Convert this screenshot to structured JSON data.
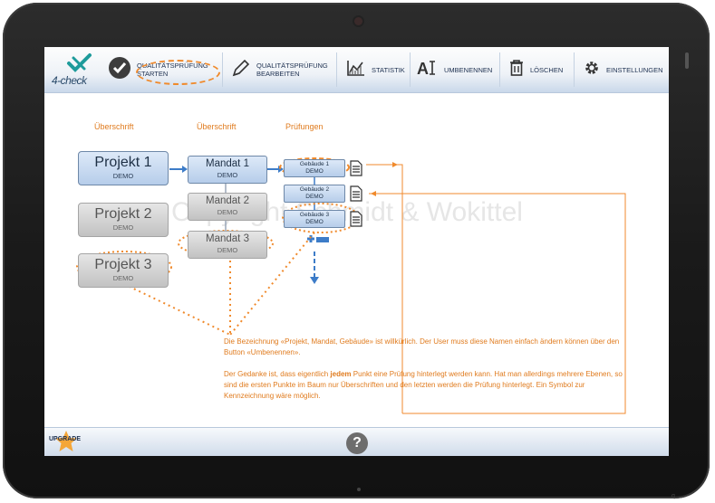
{
  "toolbar": {
    "logo_text": "4-check",
    "items": [
      {
        "label": "QUALITÄTSPRÜFUNG\nSTARTEN",
        "icon": "checkmark-circle-icon"
      },
      {
        "label": "QUALITÄTSPRÜFUNG\nBEARBEITEN",
        "icon": "pencil-icon"
      },
      {
        "label": "STATISTIK",
        "icon": "chart-icon"
      },
      {
        "label": "UMBENENNEN",
        "icon": "rename-icon"
      },
      {
        "label": "LÖSCHEN",
        "icon": "trash-icon"
      },
      {
        "label": "EINSTELLUNGEN",
        "icon": "gear-icon"
      }
    ]
  },
  "columns": {
    "col1": "Überschrift",
    "col2": "Überschrift",
    "col3": "Prüfungen"
  },
  "projects": [
    {
      "title": "Projekt 1",
      "sub": "DEMO"
    },
    {
      "title": "Projekt 2",
      "sub": "DEMO"
    },
    {
      "title": "Projekt 3",
      "sub": "DEMO"
    }
  ],
  "mandates": [
    {
      "title": "Mandat 1",
      "sub": "DEMO"
    },
    {
      "title": "Mandat 2",
      "sub": "DEMO"
    },
    {
      "title": "Mandat 3",
      "sub": "DEMO"
    }
  ],
  "buildings": [
    {
      "title": "Gebäude 1",
      "sub": "DEMO"
    },
    {
      "title": "Gebäude 2",
      "sub": "DEMO"
    },
    {
      "title": "Gebäude 3",
      "sub": "DEMO"
    }
  ],
  "watermark": "Copyright Schmidt & Wokittel",
  "note": {
    "p1": "Die Bezeichnung «Projekt, Mandat, Gebäude» ist willkürlich. Der User muss diese Namen einfach ändern können über den Button «Umbenennen».",
    "p2a": "Der Gedanke ist, dass eigentlich ",
    "p2b": "jedem",
    "p2c": " Punkt eine Prüfung hinterlegt werden kann. Hat man allerdings mehrere Ebenen, so sind die ersten Punkte im Baum nur Überschriften und den letzten werden die Prüfung hinterlegt. Ein Symbol zur Kennzeichnung wäre möglich."
  },
  "bottom": {
    "upgrade": "UPGRADE",
    "help": "?"
  },
  "colors": {
    "annotation": "#e07b1e",
    "node_active": "#b6cdea",
    "connector": "#3d7cc8"
  }
}
